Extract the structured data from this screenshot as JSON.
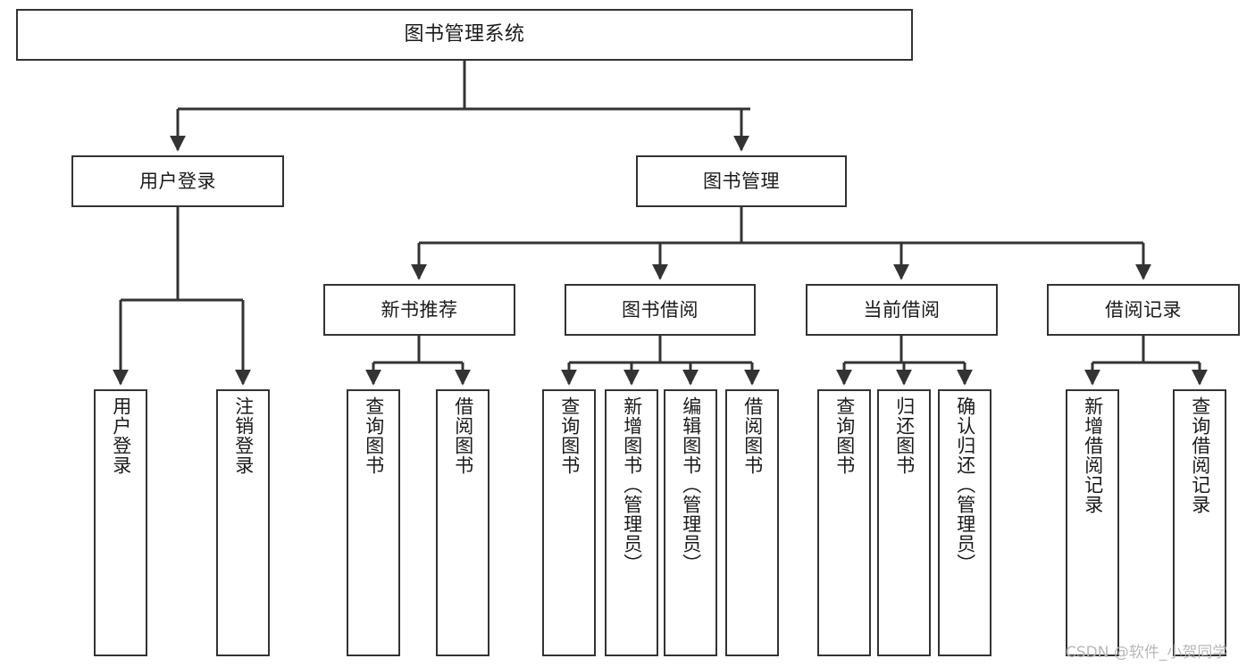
{
  "diagram": {
    "type": "tree-hierarchy",
    "title": "图书管理系统",
    "orientation": "top-down",
    "edge_color": "#333333",
    "box_border_color": "#333333",
    "background_color": "#ffffff",
    "text_color": "#1b1b1b"
  },
  "root": {
    "label": "图书管理系统"
  },
  "level2": [
    {
      "label": "用户登录"
    },
    {
      "label": "图书管理"
    }
  ],
  "level3": [
    {
      "label": "新书推荐"
    },
    {
      "label": "图书借阅"
    },
    {
      "label": "当前借阅"
    },
    {
      "label": "借阅记录"
    }
  ],
  "leaves": {
    "user_login": [
      {
        "label": "用户登录"
      },
      {
        "label": "注销登录"
      }
    ],
    "new_book_recommend": [
      {
        "label": "查询图书"
      },
      {
        "label": "借阅图书"
      }
    ],
    "book_borrow": [
      {
        "label": "查询图书"
      },
      {
        "label": "新增图书（管理员）"
      },
      {
        "label": "编辑图书（管理员）"
      },
      {
        "label": "借阅图书"
      }
    ],
    "current_borrow": [
      {
        "label": "查询图书"
      },
      {
        "label": "归还图书"
      },
      {
        "label": "确认归还（管理员）"
      }
    ],
    "borrow_record": [
      {
        "label": "新增借阅记录"
      },
      {
        "label": "查询借阅记录"
      }
    ]
  },
  "watermark": {
    "text": "CSDN @软件_小贺同学",
    "color": "#b8b8b8"
  }
}
